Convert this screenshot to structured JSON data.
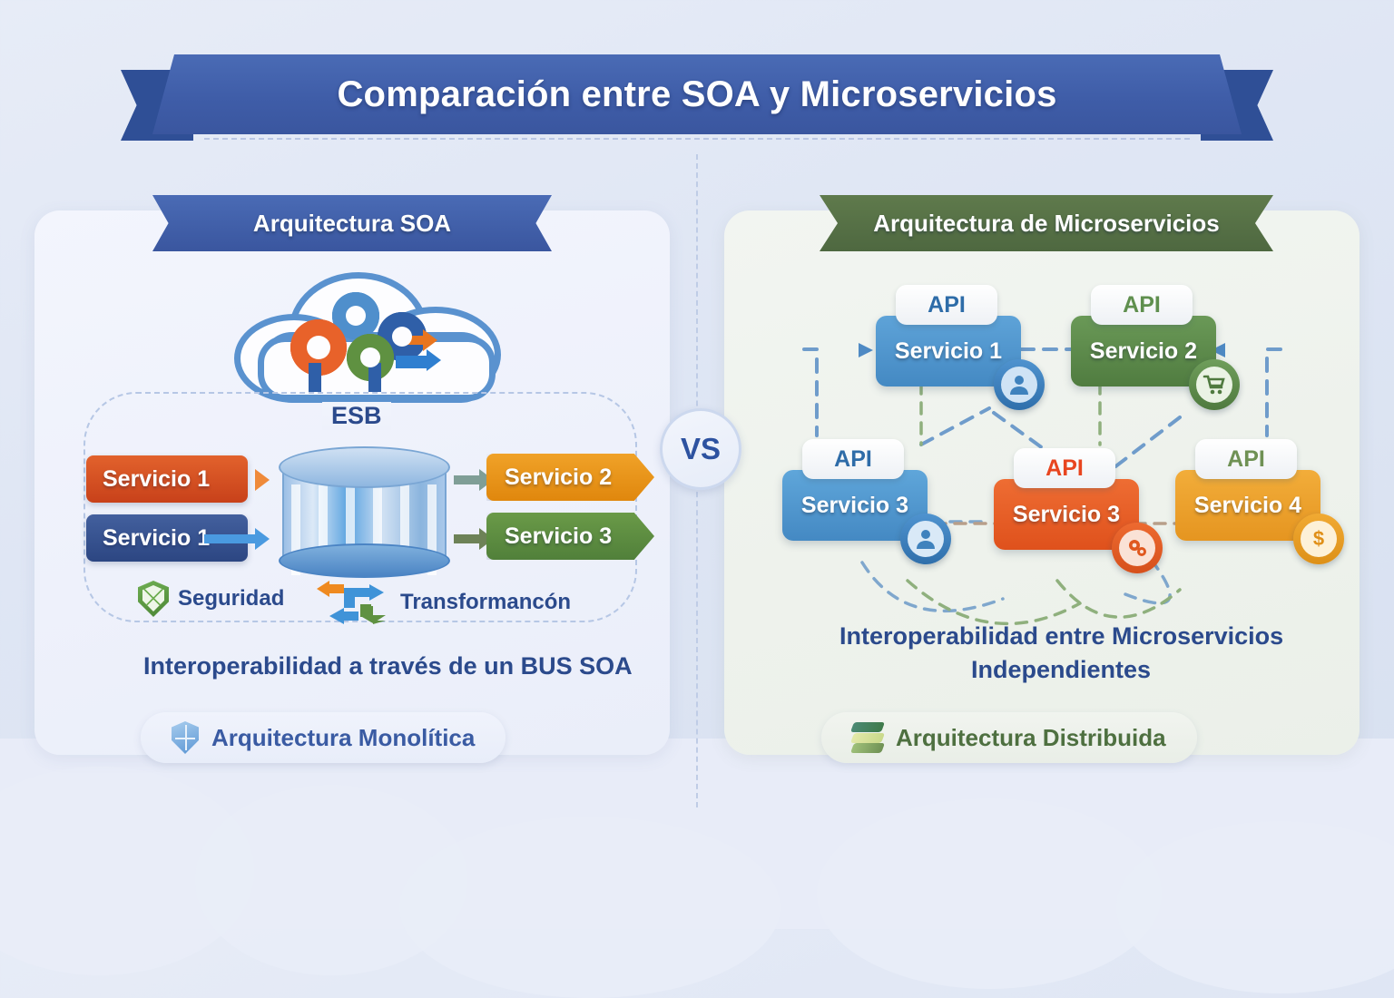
{
  "title": "Comparación entre SOA y Microservicios",
  "center": {
    "vs_label": "VS"
  },
  "soa": {
    "header": "Arquitectura SOA",
    "esb_label": "ESB",
    "inputs": [
      {
        "label": "Servicio 1",
        "color": "#d2491f"
      },
      {
        "label": "Servicio 1",
        "color": "#34518f"
      }
    ],
    "outputs": [
      {
        "label": "Servicio 2",
        "color": "#e8930f"
      },
      {
        "label": "Servicio 3",
        "color": "#5f8f3f"
      }
    ],
    "features": [
      {
        "label": "Seguridad",
        "icon": "shield-icon"
      },
      {
        "label": "Transformancón",
        "icon": "exchange-arrows-icon"
      }
    ],
    "caption": "Interoperabilidad a través de un BUS SOA",
    "badge": {
      "label": "Arquitectura Monolítica",
      "icon": "shield-icon"
    }
  },
  "microservices": {
    "header": "Arquitectura de Microservicios",
    "api_label": "API",
    "cards": [
      {
        "name": "Servicio 1",
        "color": "#539ad2",
        "api_color": "#2e6ca8",
        "icon": "user-avatar-icon",
        "glyph": "P"
      },
      {
        "name": "Servicio 2",
        "color": "#5f8f4e",
        "api_color": "#5f8f4e",
        "icon": "shopping-cart-icon",
        "glyph": "C"
      },
      {
        "name": "Servicio 3",
        "color": "#5aa0d6",
        "api_color": "#2e6ca8",
        "icon": "user-icon",
        "glyph": "U"
      },
      {
        "name": "Servicio 3",
        "color": "#e8622a",
        "api_color": "#e8451f",
        "icon": "gears-icon",
        "glyph": "G"
      },
      {
        "name": "Servicio 4",
        "color": "#eda52e",
        "api_color": "#6f9154",
        "icon": "dollar-coin-icon",
        "glyph": "$"
      }
    ],
    "caption_line1": "Interoperabilidad entre Microservicios",
    "caption_line2": "Independientes",
    "badge": {
      "label": "Arquitectura Distribuida",
      "icon": "layer-stack-icon"
    }
  },
  "colors": {
    "title_ribbon": "#3f5da8",
    "soa_ribbon": "#3a569f",
    "ms_ribbon": "#4e6840",
    "text_blue": "#2b4a8c",
    "text_green": "#4e7040"
  }
}
